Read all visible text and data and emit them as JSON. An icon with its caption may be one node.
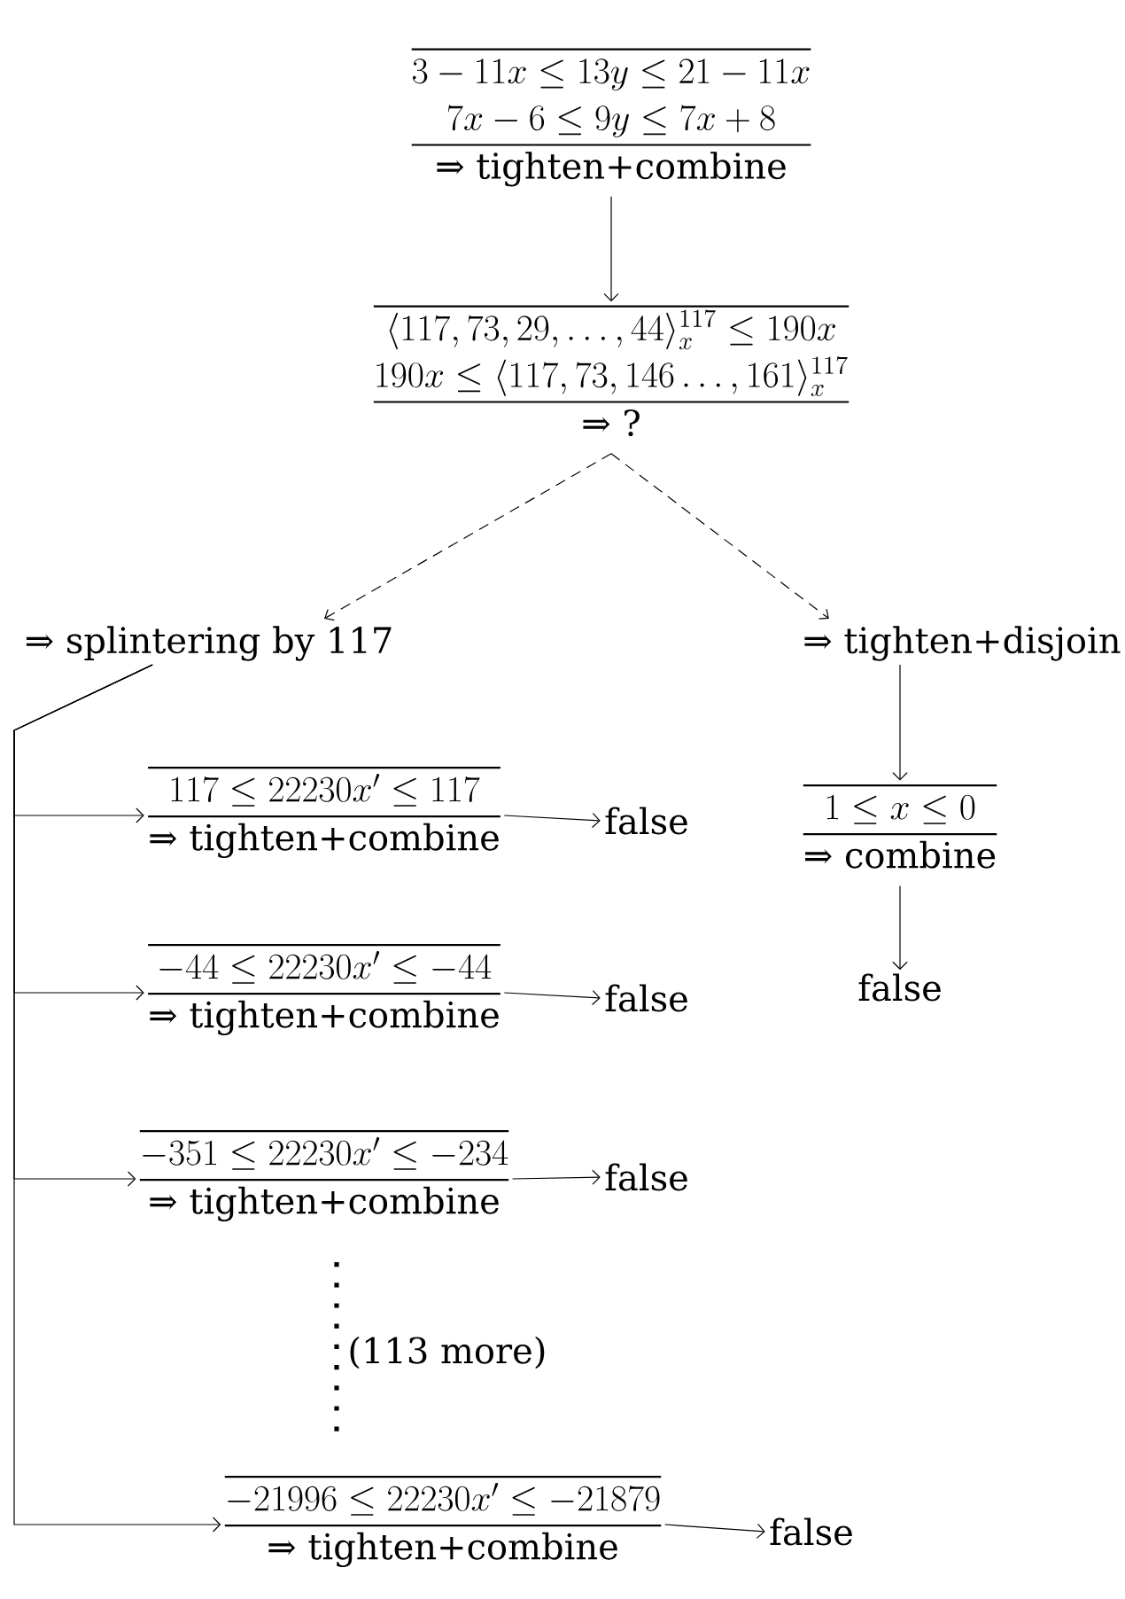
{
  "diagram": {
    "nodes": [
      {
        "text": [
          "3 - 11x \\le 13y \\le 21 - 11x",
          "7x - 6 \\le 9y \\le 7x + 8",
          "⇒ tighten+combine"
        ]
      },
      {
        "text": [
          "\\langle 117,73,29,\\ldots,44\\rangle_x^{117} \\le 190x",
          "190x \\le \\langle 117,73,146\\ldots,161\\rangle_x^{117}",
          "⇒ ?"
        ]
      },
      {
        "text": [
          "⇒ splintering by 117"
        ]
      },
      {
        "text": [
          "⇒ tighten+disjoin"
        ]
      },
      {
        "text": [
          "117 \\le 22230x' \\le 117",
          "⇒ tighten+combine"
        ]
      },
      {
        "text": [
          "false"
        ]
      },
      {
        "text": [
          "-44 \\le 22230x' \\le -44",
          "⇒ tighten+combine"
        ]
      },
      {
        "text": [
          "false"
        ]
      },
      {
        "text": [
          "-351 \\le 22230x' \\le -234",
          "⇒ tighten+combine"
        ]
      },
      {
        "text": [
          "false"
        ]
      },
      {
        "text": [
          "-21996 \\le 22230x' \\le -21879",
          "⇒ tighten+combine"
        ]
      },
      {
        "text": [
          "false"
        ]
      },
      {
        "text": [
          "1 \\le x \\le 0",
          "⇒ combine"
        ]
      },
      {
        "text": [
          "false"
        ]
      }
    ],
    "edges": [
      {
        "from": 0,
        "to": 1,
        "arrow": "to"
      },
      {
        "from": 1,
        "to": 2,
        "arrow": "to",
        "style": "dashed"
      },
      {
        "from": 1,
        "to": 3,
        "arrow": "to",
        "style": "dashed"
      },
      {
        "from": 2,
        "to": 4,
        "arrow": "to"
      },
      {
        "from": 2,
        "to": 6,
        "arrow": "to"
      },
      {
        "from": 2,
        "to": 8,
        "arrow": "to"
      },
      {
        "from": 2,
        "to": 10,
        "arrow": "to"
      },
      {
        "from": 4,
        "to": 5,
        "arrow": "to"
      },
      {
        "from": 6,
        "to": 7,
        "arrow": "to"
      },
      {
        "from": 8,
        "to": 9,
        "arrow": "to"
      },
      {
        "from": 10,
        "to": 11,
        "arrow": "to"
      },
      {
        "from": 3,
        "to": 12,
        "arrow": "to"
      },
      {
        "from": 12,
        "to": 13,
        "arrow": "to"
      }
    ],
    "labels": [
      "(113 more)"
    ]
  }
}
